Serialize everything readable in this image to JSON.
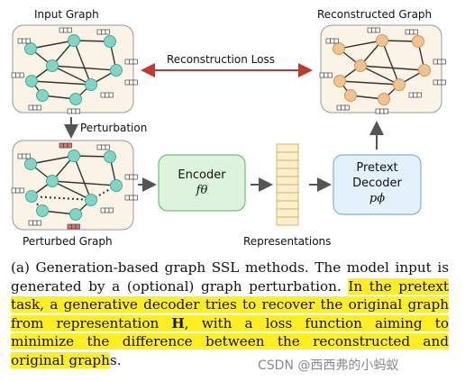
{
  "labels": {
    "input_graph": "Input Graph",
    "reconstructed_graph": "Reconstructed Graph",
    "reconstruction_loss": "Reconstruction Loss",
    "perturbation": "Perturbation",
    "perturbed_graph": "Perturbed Graph",
    "representations": "Representations"
  },
  "encoder": {
    "title": "Encoder",
    "symbol": "fθ"
  },
  "decoder": {
    "line1": "Pretext",
    "line2": "Decoder",
    "symbol": "pϕ"
  },
  "caption": {
    "part1": "(a) Generation-based graph SSL methods. The model input is generated by a (optional) graph perturbation. ",
    "part2": "In the pretext task, a generative decoder tries to recover the original graph from representation ",
    "bold": "H",
    "part3": ", with a loss function aiming to minimize the difference between the reconstructed and original graph",
    "part4": "s."
  },
  "watermark": "CSDN @西西弗的小蚂蚁",
  "colors": {
    "node_teal": "#7fd6c4",
    "node_orange": "#f3c38f",
    "encoder_fill": "#ddf3dd",
    "decoder_fill": "#e3f1fb",
    "loss_arrow": "#c0392b",
    "panel_bg": "#fbf4e6",
    "highlight": "#ffee22"
  }
}
